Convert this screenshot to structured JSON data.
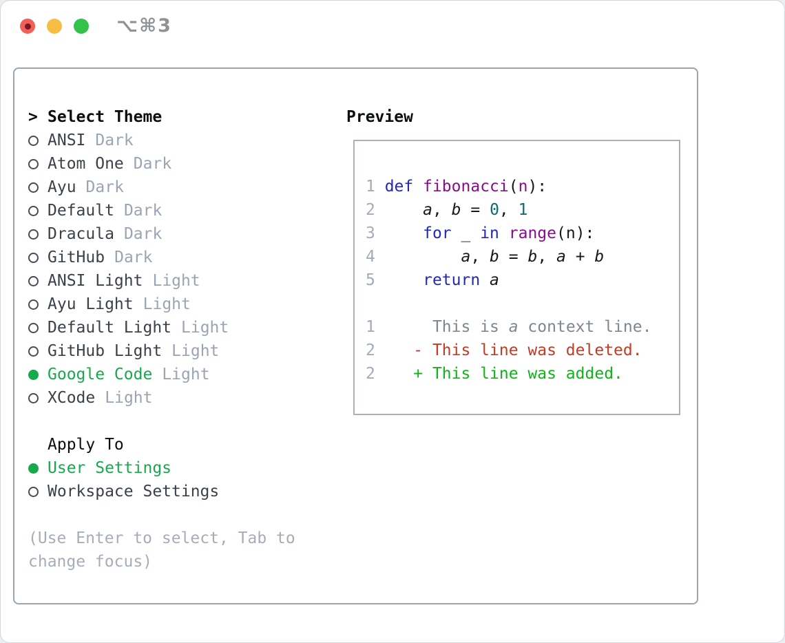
{
  "window": {
    "title": "⌥⌘3"
  },
  "titlebar": {
    "buttons": [
      {
        "name": "close",
        "color": "#f05f58"
      },
      {
        "name": "minimize",
        "color": "#f7bd45"
      },
      {
        "name": "zoom",
        "color": "#33c24a"
      }
    ]
  },
  "theme_panel": {
    "prompt": ">",
    "header": "Select Theme",
    "themes": [
      {
        "name": "ANSI",
        "tag": "Dark",
        "selected": false
      },
      {
        "name": "Atom One",
        "tag": "Dark",
        "selected": false
      },
      {
        "name": "Ayu",
        "tag": "Dark",
        "selected": false
      },
      {
        "name": "Default",
        "tag": "Dark",
        "selected": false
      },
      {
        "name": "Dracula",
        "tag": "Dark",
        "selected": false
      },
      {
        "name": "GitHub",
        "tag": "Dark",
        "selected": false
      },
      {
        "name": "ANSI Light",
        "tag": "Light",
        "selected": false
      },
      {
        "name": "Ayu Light",
        "tag": "Light",
        "selected": false
      },
      {
        "name": "Default Light",
        "tag": "Light",
        "selected": false
      },
      {
        "name": "GitHub Light",
        "tag": "Light",
        "selected": false
      },
      {
        "name": "Google Code",
        "tag": "Light",
        "selected": true
      },
      {
        "name": "XCode",
        "tag": "Light",
        "selected": false
      }
    ],
    "apply_to": {
      "header": "Apply To",
      "options": [
        {
          "name": "User Settings",
          "selected": true
        },
        {
          "name": "Workspace Settings",
          "selected": false
        }
      ]
    },
    "help_lines": [
      "(Use Enter to select, Tab to",
      "change focus)"
    ]
  },
  "preview": {
    "header": "Preview",
    "lines": [
      {
        "num": "1",
        "tokens": [
          [
            "kw",
            "def"
          ],
          [
            "pln",
            " "
          ],
          [
            "fn",
            "fibonacci"
          ],
          [
            "pln",
            "("
          ],
          [
            "fn",
            "n"
          ],
          [
            "pln",
            "):"
          ]
        ]
      },
      {
        "num": "2",
        "tokens": [
          [
            "pln",
            "    "
          ],
          [
            "var",
            "a"
          ],
          [
            "pln",
            ", "
          ],
          [
            "var",
            "b"
          ],
          [
            "pln",
            " = "
          ],
          [
            "lit",
            "0"
          ],
          [
            "pln",
            ", "
          ],
          [
            "lit",
            "1"
          ]
        ]
      },
      {
        "num": "3",
        "tokens": [
          [
            "pln",
            "    "
          ],
          [
            "kw",
            "for"
          ],
          [
            "pln",
            " _ "
          ],
          [
            "kw",
            "in"
          ],
          [
            "pln",
            " "
          ],
          [
            "fn",
            "range"
          ],
          [
            "pln",
            "(n):"
          ]
        ]
      },
      {
        "num": "4",
        "tokens": [
          [
            "pln",
            "        "
          ],
          [
            "var",
            "a"
          ],
          [
            "pln",
            ", "
          ],
          [
            "var",
            "b"
          ],
          [
            "pln",
            " = "
          ],
          [
            "var",
            "b"
          ],
          [
            "pln",
            ", "
          ],
          [
            "var",
            "a"
          ],
          [
            "pln",
            " + "
          ],
          [
            "var",
            "b"
          ]
        ]
      },
      {
        "num": "5",
        "tokens": [
          [
            "pln",
            "    "
          ],
          [
            "kw",
            "return"
          ],
          [
            "pln",
            " "
          ],
          [
            "var",
            "a"
          ]
        ]
      },
      {
        "num": "",
        "tokens": []
      },
      {
        "num": "1",
        "tokens": [
          [
            "ctx",
            "     This is "
          ],
          [
            "ctxv",
            "a"
          ],
          [
            "ctx",
            " context line."
          ]
        ]
      },
      {
        "num": "2",
        "tokens": [
          [
            "del",
            "   - This line was deleted."
          ]
        ]
      },
      {
        "num": "2",
        "tokens": [
          [
            "add",
            "   + This line was added."
          ]
        ]
      }
    ]
  },
  "colors": {
    "accent_green": "#17a94e",
    "diff_add": "#0fb418",
    "diff_del": "#c43b23",
    "context_gray": "#7e8790",
    "keyword_blue": "#2429b3",
    "function_purple": "#8a0b90",
    "literal_teal": "#0c6b66",
    "code_black": "#15181c",
    "tag_gray": "#9aa4b2",
    "help_gray": "#a6adb9",
    "line_number_gray": "#a3abb9",
    "panel_border": "#9aa3ae",
    "traffic_red": "#f05f58",
    "traffic_yellow": "#f7bd45",
    "traffic_green": "#33c24a"
  }
}
